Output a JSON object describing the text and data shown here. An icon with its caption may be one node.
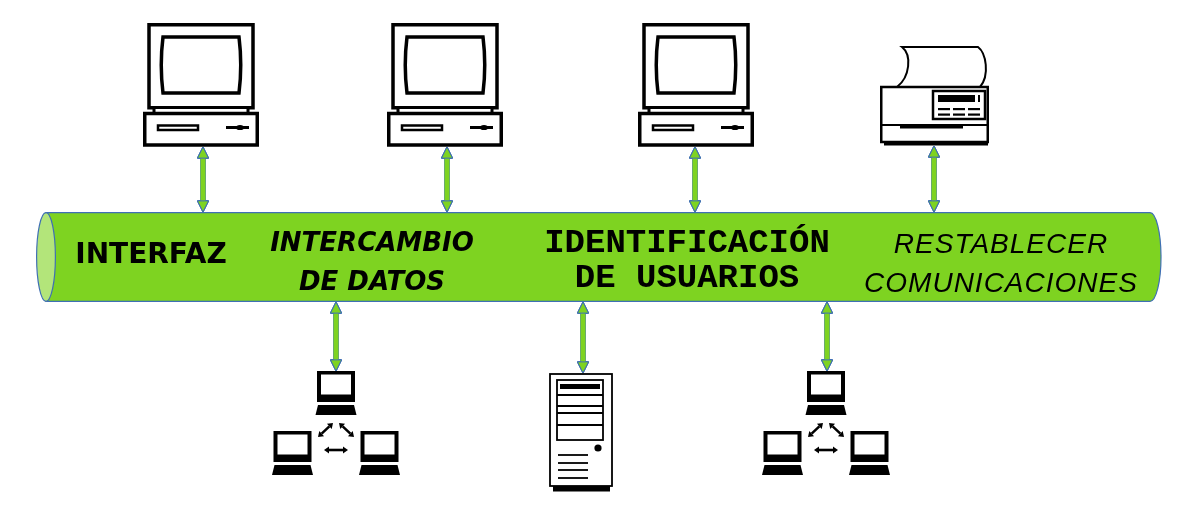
{
  "diagram": {
    "nodes": [
      {
        "text": [],
        "shape": "picture"
      },
      {
        "text": [],
        "shape": "picture"
      },
      {
        "text": [],
        "shape": "picture"
      },
      {
        "text": [],
        "shape": "picture"
      },
      {
        "text": [
          "INTERFAZ",
          "INTERCAMBIO DE DATOS",
          "IDENTIFICACIÓN DE USUARIOS",
          "RESTABLECER COMUNICACIONES"
        ]
      },
      {
        "text": [],
        "shape": "picture"
      },
      {
        "text": [],
        "shape": "picture"
      },
      {
        "text": [],
        "shape": "picture"
      }
    ],
    "edges": [
      {
        "from": 0,
        "to": 4,
        "arrow": "both"
      },
      {
        "from": 1,
        "to": 4,
        "arrow": "both"
      },
      {
        "from": 2,
        "to": 4,
        "arrow": "both"
      },
      {
        "from": 3,
        "to": 4,
        "arrow": "both"
      },
      {
        "from": 4,
        "to": 5,
        "arrow": "both"
      },
      {
        "from": 4,
        "to": 6,
        "arrow": "both"
      },
      {
        "from": 4,
        "to": 7,
        "arrow": "both"
      }
    ]
  }
}
